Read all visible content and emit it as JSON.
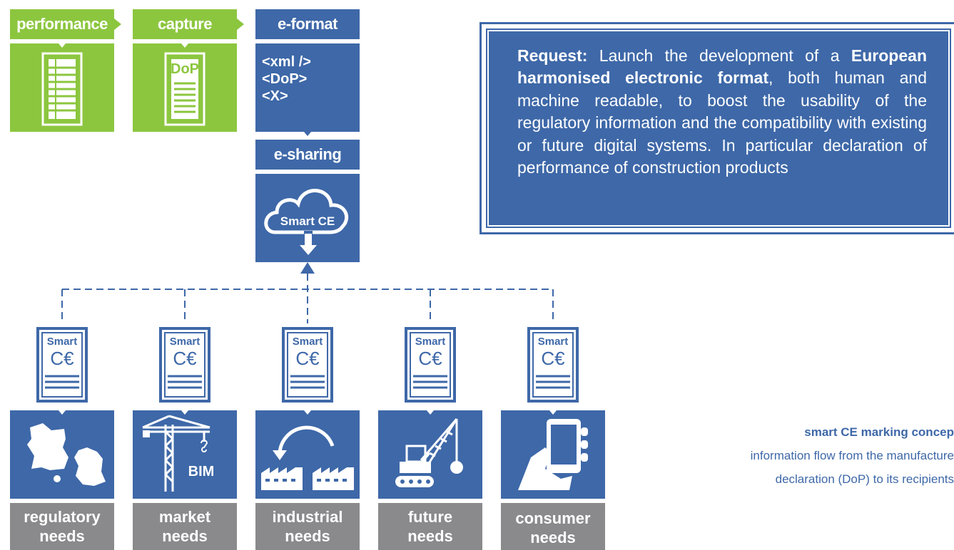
{
  "top_flow": {
    "performance": {
      "label": "performance",
      "icon": "table-document-icon"
    },
    "capture": {
      "label": "capture",
      "icon": "dop-document-icon",
      "doc_label": "DoP"
    },
    "e_format": {
      "label": "e-format",
      "code_lines": [
        "<xml />",
        "<DoP>",
        "<X>"
      ]
    },
    "e_sharing": {
      "label": "e-sharing",
      "cloud_label": "Smart CE",
      "icon": "cloud-download-icon"
    }
  },
  "card": {
    "smart_label": "Smart",
    "ce_mark": "C€"
  },
  "recipients": [
    {
      "id": "regulatory",
      "line1": "regulatory",
      "line2": "needs",
      "icon": "maps-icon"
    },
    {
      "id": "market",
      "line1": "market",
      "line2": "needs",
      "icon": "crane-icon",
      "icon_text": "BIM"
    },
    {
      "id": "industrial",
      "line1": "industrial",
      "line2": "needs",
      "icon": "factories-icon"
    },
    {
      "id": "future",
      "line1": "future",
      "line2": "needs",
      "icon": "excavator-icon"
    },
    {
      "id": "consumer",
      "line1": "consumer",
      "line2": "needs",
      "icon": "smartphone-hand-icon"
    }
  ],
  "request": {
    "lead": "Request:",
    "text1": " Launch the development of a ",
    "bold": "European harmonised electronic format",
    "text2": ", both human and machine readable, to boost the usability of the regulatory information and the compatibility with existing or future digital systems. In particular declaration of performance of construction products"
  },
  "caption": {
    "title": "smart CE marking concep",
    "line1": "information flow from the manufacture",
    "line2": "declaration (DoP) to its recipients"
  },
  "colors": {
    "green": "#8cc63f",
    "blue": "#3e68a8",
    "gray": "#8a8a8d"
  }
}
